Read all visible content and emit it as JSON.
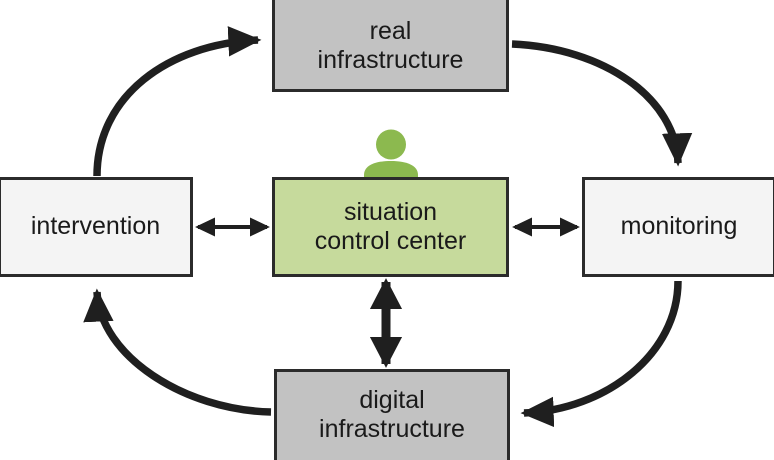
{
  "diagram": {
    "title": "situation control center cycle",
    "colors": {
      "box_gray_fill": "#c2c2c2",
      "box_light_fill": "#f4f4f4",
      "box_green_fill": "#c6da9c",
      "person_green": "#8cb94f",
      "stroke": "#2b2b2b",
      "background": "#ffffff"
    },
    "nodes": [
      {
        "id": "real-infrastructure",
        "label": "real\ninfrastructure",
        "fill": "#c2c2c2"
      },
      {
        "id": "intervention",
        "label": "intervention",
        "fill": "#f4f4f4"
      },
      {
        "id": "situation-control-center",
        "label": "situation\ncontrol center",
        "fill": "#c6da9c"
      },
      {
        "id": "monitoring",
        "label": "monitoring",
        "fill": "#f4f4f4"
      },
      {
        "id": "digital-infrastructure",
        "label": "digital\ninfrastructure",
        "fill": "#c2c2c2"
      }
    ],
    "icons": [
      {
        "id": "person-icon",
        "name": "person-icon",
        "color": "#8cb94f"
      }
    ],
    "connections": [
      {
        "id": "intervention-to-real-infrastructure",
        "from": "intervention",
        "to": "real-infrastructure",
        "style": "curved",
        "direction": "one-way"
      },
      {
        "id": "real-infrastructure-to-monitoring",
        "from": "real-infrastructure",
        "to": "monitoring",
        "style": "curved",
        "direction": "one-way"
      },
      {
        "id": "monitoring-to-digital-infrastructure",
        "from": "monitoring",
        "to": "digital-infrastructure",
        "style": "curved",
        "direction": "one-way"
      },
      {
        "id": "digital-infrastructure-to-intervention",
        "from": "digital-infrastructure",
        "to": "intervention",
        "style": "curved",
        "direction": "one-way"
      },
      {
        "id": "intervention-situation-control-center",
        "from": "intervention",
        "to": "situation-control-center",
        "style": "straight",
        "direction": "two-way"
      },
      {
        "id": "situation-control-center-monitoring",
        "from": "situation-control-center",
        "to": "monitoring",
        "style": "straight",
        "direction": "two-way"
      },
      {
        "id": "situation-control-center-digital-infrastructure",
        "from": "situation-control-center",
        "to": "digital-infrastructure",
        "style": "straight",
        "direction": "two-way"
      }
    ]
  }
}
